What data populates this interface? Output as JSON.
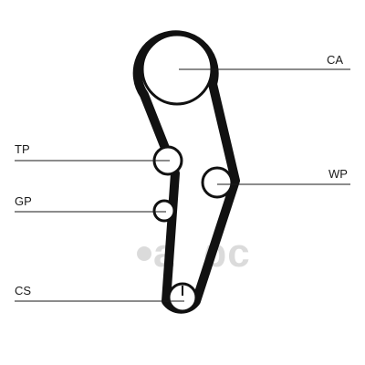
{
  "diagram": {
    "components": [
      {
        "id": "ca",
        "label": "CA"
      },
      {
        "id": "tp",
        "label": "TP"
      },
      {
        "id": "wp",
        "label": "WP"
      },
      {
        "id": "gp",
        "label": "GP"
      },
      {
        "id": "cs",
        "label": "CS"
      }
    ],
    "watermark": "аорс"
  }
}
